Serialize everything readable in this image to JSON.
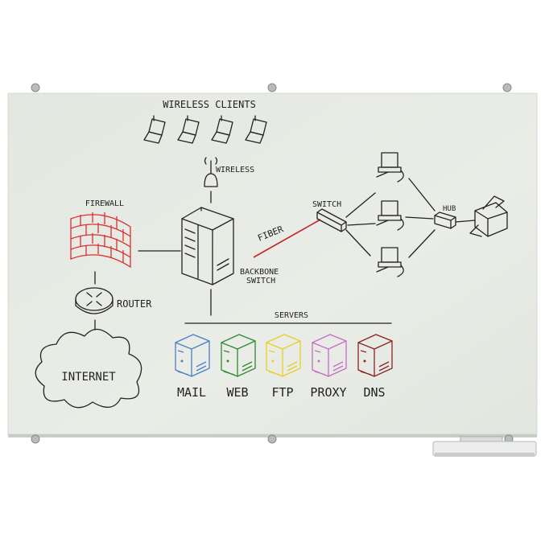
{
  "labels": {
    "wireless_clients": "WIRELESS CLIENTS",
    "wireless": "WIRELESS",
    "firewall": "FIREWALL",
    "router": "ROUTER",
    "internet": "INTERNET",
    "backbone_switch_1": "BACKBONE",
    "backbone_switch_2": "SWITCH",
    "fiber": "FIBER",
    "switch": "SWITCH",
    "hub": "HUB",
    "servers": "SERVERS"
  },
  "servers": [
    {
      "label": "MAIL",
      "color": "#4a7fc8"
    },
    {
      "label": "WEB",
      "color": "#2f8a2f"
    },
    {
      "label": "FTP",
      "color": "#e6cf2a"
    },
    {
      "label": "PROXY",
      "color": "#c76cc4"
    },
    {
      "label": "DNS",
      "color": "#8a2424"
    }
  ],
  "colors": {
    "board": "#e9ece6",
    "firewall": "#d93030",
    "fiber": "#c42626"
  }
}
